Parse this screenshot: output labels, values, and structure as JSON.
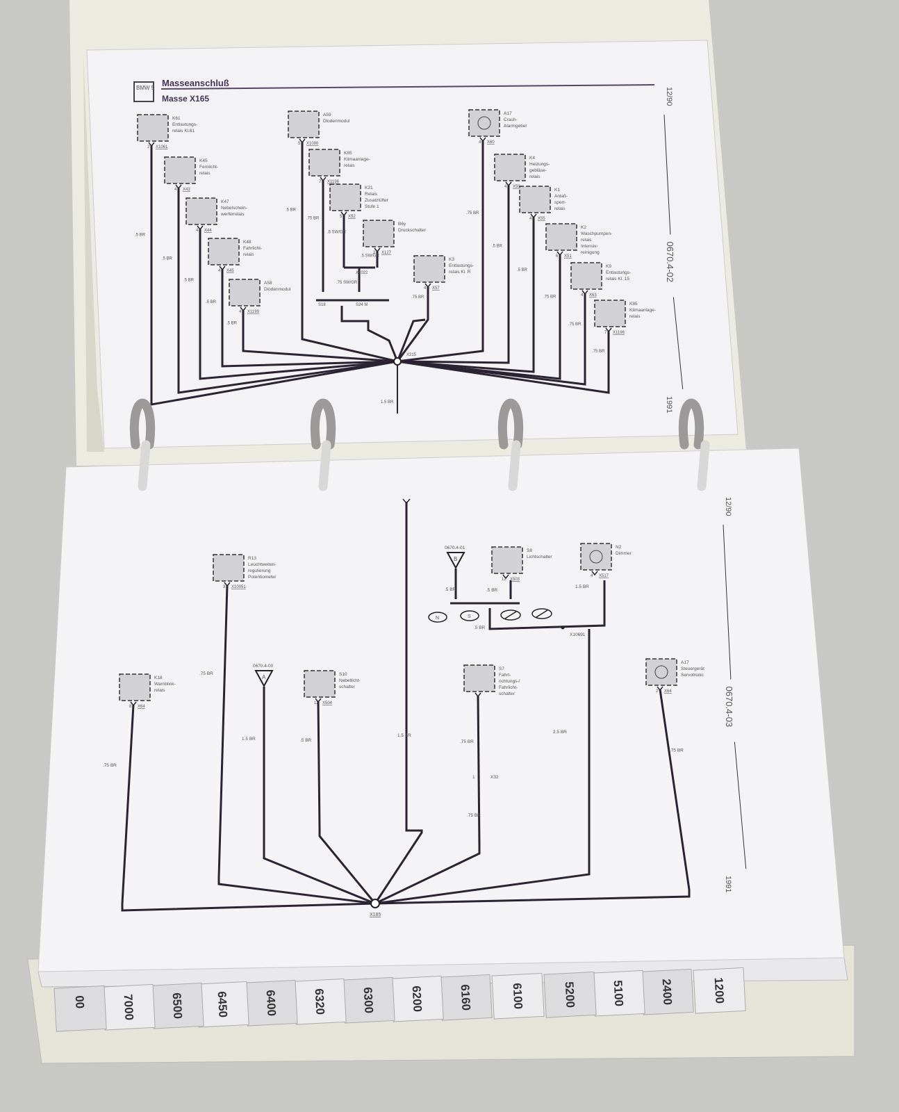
{
  "upper_page": {
    "logo": "BMW 5",
    "title": "Masseanschluß",
    "subtitle": "Masse X165",
    "side_date": "12/90",
    "side_code": "0670.4-02",
    "side_year": "1991",
    "hub_label": "X215",
    "bottom_wire": "1.5 BR",
    "components": [
      {
        "id": "K61",
        "lines": [
          "K61",
          "Entlastungs-",
          "relais Kl.61"
        ],
        "pin": "2",
        "conn": "X1061",
        "wire": ".5 BR"
      },
      {
        "id": "K45",
        "lines": [
          "K45",
          "Fernlicht-",
          "relais"
        ],
        "pin": "4",
        "conn": "X43",
        "wire": ".5 BR"
      },
      {
        "id": "K47",
        "lines": [
          "K47",
          "Nebelschein-",
          "werferrelais"
        ],
        "pin": "4",
        "conn": "X44",
        "wire": ".5 BR"
      },
      {
        "id": "K48",
        "lines": [
          "K48",
          "Fahrlicht-",
          "relais"
        ],
        "pin": "4",
        "conn": "X45",
        "wire": ".5 BR"
      },
      {
        "id": "A58",
        "lines": [
          "A58",
          "Diodenmodul"
        ],
        "pin": "4",
        "conn": "X1199",
        "wire": ".5 BR"
      },
      {
        "id": "A59",
        "lines": [
          "A59",
          "Diodenmodul"
        ],
        "pin": "5",
        "conn": "X1090",
        "wire": ".5 BR"
      },
      {
        "id": "K85a",
        "lines": [
          "K85",
          "Klimaanlage-",
          "relais"
        ],
        "pin": "7",
        "conn": "X1196",
        "wire": ".75 BR"
      },
      {
        "id": "K21",
        "lines": [
          "K21",
          "Relais",
          "Zusatzlüfter",
          "Stufe 1"
        ],
        "pin": "5",
        "conn": "X52",
        "wire": ".5 SW/GR"
      },
      {
        "id": "B6y",
        "lines": [
          "B6y",
          "Druckschalter"
        ],
        "pin": "2",
        "conn": "X127",
        "wire": ".5 SW/GR"
      },
      {
        "id": "K3",
        "lines": [
          "K3",
          "Entlastungs-",
          "relais Kl. R"
        ],
        "pin": "4",
        "conn": "X57",
        "wire": ".75 BR"
      },
      {
        "id": "A17",
        "lines": [
          "A17",
          "Crash-",
          "Alarmgeber"
        ],
        "pin": "4",
        "conn": "X60",
        "wire": ".75 BR"
      },
      {
        "id": "K4",
        "lines": [
          "K4",
          "Heizungs-",
          "gebläse-",
          "relais"
        ],
        "pin": "4",
        "conn": "X50",
        "wire": ".5 BR"
      },
      {
        "id": "K1",
        "lines": [
          "K1",
          "Anlaß-",
          "sperr-",
          "relais"
        ],
        "pin": "4",
        "conn": "X55",
        "wire": ".5 BR"
      },
      {
        "id": "K2",
        "lines": [
          "K2",
          "Waschpumpen-",
          "relais",
          "Intensiv-",
          "reinigung"
        ],
        "pin": "6",
        "conn": "X51",
        "wire": ".75 BR"
      },
      {
        "id": "K9",
        "lines": [
          "K9",
          "Entlastungs-",
          "relais Kl. 15"
        ],
        "pin": "4",
        "conn": "X63",
        "wire": ".75 BR"
      },
      {
        "id": "K85b",
        "lines": [
          "K85",
          "Klimaanlage-",
          "relais"
        ],
        "pin": "7",
        "conn": "X1196",
        "wire": ".75 BR"
      }
    ],
    "splice": {
      "conn": "X1022",
      "wire": ".75 SW/GR",
      "left": "S18",
      "right": "S24 M"
    }
  },
  "lower_page": {
    "side_date": "12/90",
    "side_code": "0670.4-03",
    "side_year": "1991",
    "hub_label": "X185",
    "components": [
      {
        "id": "R13",
        "lines": [
          "R13",
          "Leuchtweiten-",
          "regulierung",
          "Potentiometer"
        ],
        "pin": "3",
        "conn": "X10051",
        "wire": ".75 BR"
      },
      {
        "id": "K18",
        "lines": [
          "K18",
          "Warnblink-",
          "relais"
        ],
        "pin": "8",
        "conn": "X64",
        "wire": ".75 BR"
      },
      {
        "id": "S10",
        "lines": [
          "S10",
          "Nebellicht-",
          "schalter"
        ],
        "pin": "12",
        "conn": "X504",
        "wire": ".5 BR"
      },
      {
        "id": "S7",
        "lines": [
          "S7",
          "Fahrt-",
          "richtungs-/",
          "Fahrlicht-",
          "schalter"
        ],
        "pin": "",
        "conn": "",
        "wire": ".75 BR"
      },
      {
        "id": "A17",
        "lines": [
          "A17",
          "Steuergerät",
          "Servotronic"
        ],
        "pin": "2",
        "conn": "X64",
        "wire": ".75 BR"
      },
      {
        "id": "S8",
        "lines": [
          "S8",
          "Lichtschalter"
        ],
        "pin": "12",
        "conn": "X503",
        "wire": ".5 BR"
      },
      {
        "id": "N2",
        "lines": [
          "N2",
          "Dimmer"
        ],
        "pin": "4",
        "conn": "X517",
        "wire": "1.5 BR"
      }
    ],
    "ref_a": {
      "code": "0670.4-00",
      "letter": "A",
      "wire": "1.5 BR"
    },
    "ref_b": {
      "code": "0670.4-01",
      "letter": "B",
      "wire": ".5 BR"
    },
    "trunk_wire": "1.5 BR",
    "s7_connector": {
      "pin": "1",
      "conn": "X32",
      "wire": ".75 BR"
    },
    "junction": {
      "conn": "X10691",
      "wire": ".5 BR",
      "down_wire": "2.5 BR"
    },
    "variants": [
      "N",
      "S"
    ]
  },
  "tabs": [
    "1200",
    "2400",
    "5100",
    "5200",
    "6100",
    "6160",
    "6200",
    "6300",
    "6320",
    "6400",
    "6450",
    "6500",
    "7000",
    "00"
  ]
}
